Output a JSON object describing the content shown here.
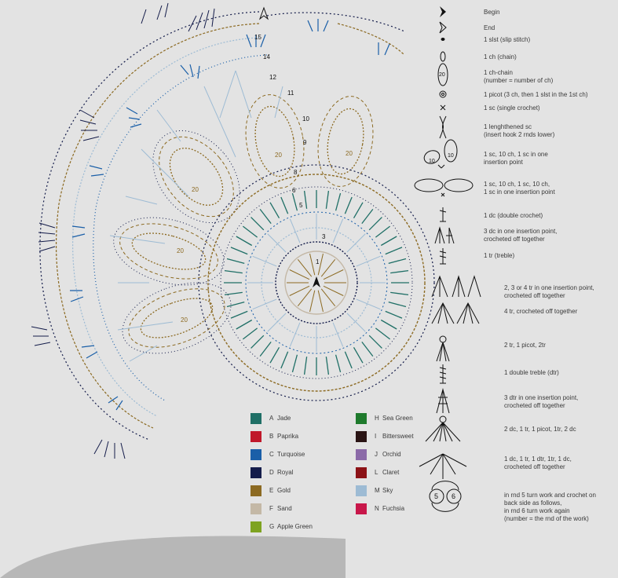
{
  "legend": [
    {
      "label": "Begin"
    },
    {
      "label": "End"
    },
    {
      "label": "1 slst (slip stitch)"
    },
    {
      "label": "1 ch (chain)"
    },
    {
      "label": "1 ch-chain\n(number = number of ch)"
    },
    {
      "label": "1 picot (3 ch, then 1 slst in the 1st ch)"
    },
    {
      "label": "1 sc (single crochet)"
    },
    {
      "label": "1 lenghthened sc\n(insert hook 2 rnds lower)"
    },
    {
      "label": "1 sc, 10 ch, 1 sc in one\ninsertion point"
    },
    {
      "label": "1 sc, 10 ch, 1 sc, 10 ch,\n1 sc in one insertion point"
    },
    {
      "label": "1 dc (double crochet)"
    },
    {
      "label": "3 dc in one insertion point,\ncrocheted off together"
    },
    {
      "label": "1 tr (treble)"
    },
    {
      "label": "2, 3 or 4 tr in one insertion point,\ncrocheted off together"
    },
    {
      "label": "4 tr, crocheted off together"
    },
    {
      "label": "2 tr, 1 picot, 2tr"
    },
    {
      "label": "1 double treble (dtr)"
    },
    {
      "label": "3 dtr in one insertion point,\ncrocheted off together"
    },
    {
      "label": "2 dc, 1 tr, 1 picot, 1tr, 2 dc"
    },
    {
      "label": "1 dc, 1 tr, 1 dtr, 1tr, 1 dc,\ncrocheted off together"
    },
    {
      "label": "in rnd 5 turn work and crochet on\nback side as follows,\nin rnd 6 turn work again\n(number = the rnd of the work)"
    }
  ],
  "symbol_numbers": {
    "chain_count": "20",
    "loop_a": "10",
    "loop_b": "10",
    "turn_a": "5",
    "turn_b": "6"
  },
  "colors": [
    {
      "code": "A",
      "name": "Jade",
      "hex": "#1f6f66"
    },
    {
      "code": "B",
      "name": "Paprika",
      "hex": "#c0182a"
    },
    {
      "code": "C",
      "name": "Turquoise",
      "hex": "#1a5fa8"
    },
    {
      "code": "D",
      "name": "Royal",
      "hex": "#141c4a"
    },
    {
      "code": "E",
      "name": "Gold",
      "hex": "#8c6a22"
    },
    {
      "code": "F",
      "name": "Sand",
      "hex": "#c4b8a6"
    },
    {
      "code": "G",
      "name": "Apple Green",
      "hex": "#7ea320"
    },
    {
      "code": "H",
      "name": "Sea Green",
      "hex": "#1e7a2c"
    },
    {
      "code": "I",
      "name": "Bittersweet",
      "hex": "#2a1414"
    },
    {
      "code": "J",
      "name": "Orchid",
      "hex": "#8b6aa8"
    },
    {
      "code": "L",
      "name": "Claret",
      "hex": "#8c1216"
    },
    {
      "code": "M",
      "name": "Sky",
      "hex": "#9dbbd4"
    },
    {
      "code": "N",
      "name": "Fuchsia",
      "hex": "#c8174a"
    }
  ],
  "round_numbers": [
    "1",
    "3",
    "5",
    "6",
    "8",
    "9",
    "10",
    "11",
    "12",
    "14",
    "15"
  ],
  "chain_labels": [
    "20",
    "20",
    "20",
    "20",
    "20"
  ]
}
